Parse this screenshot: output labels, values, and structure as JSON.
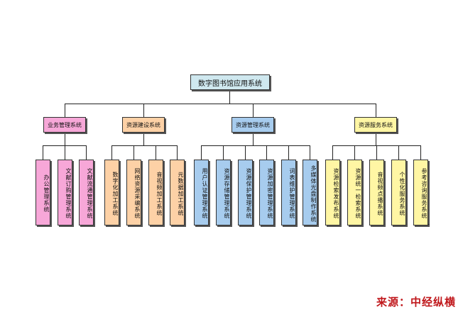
{
  "diagram": {
    "root": "数字图书馆应用系统",
    "categories": [
      {
        "label": "业务管理系统",
        "children": [
          "办公管理系统",
          "文献订购管理系统",
          "文献流通管理系统"
        ]
      },
      {
        "label": "资源建设系统",
        "children": [
          "数字化加工系统",
          "网络资源采编系统",
          "音视频加工系统",
          "元数据加工系统"
        ]
      },
      {
        "label": "资源管理系统",
        "children": [
          "用户认证管理系统",
          "资源存储管理系统",
          "资源保护管理系统",
          "资源加密管理系统",
          "词表维护管理系统",
          "多媒体光盘制作系统"
        ]
      },
      {
        "label": "资源服务系统",
        "children": [
          "资源检索发布系统",
          "资源统一检索系统",
          "音视频点播系统",
          "个性化服务系统",
          "参考咨询服务系统"
        ]
      }
    ]
  },
  "source": "来源：中经纵横",
  "colors": {
    "pink": "#f7a7d8",
    "orange": "#fdd1a6",
    "blue": "#a7ccee",
    "yellow": "#fff6a4",
    "root": "#cfe8ef",
    "source": "#c0181c"
  }
}
